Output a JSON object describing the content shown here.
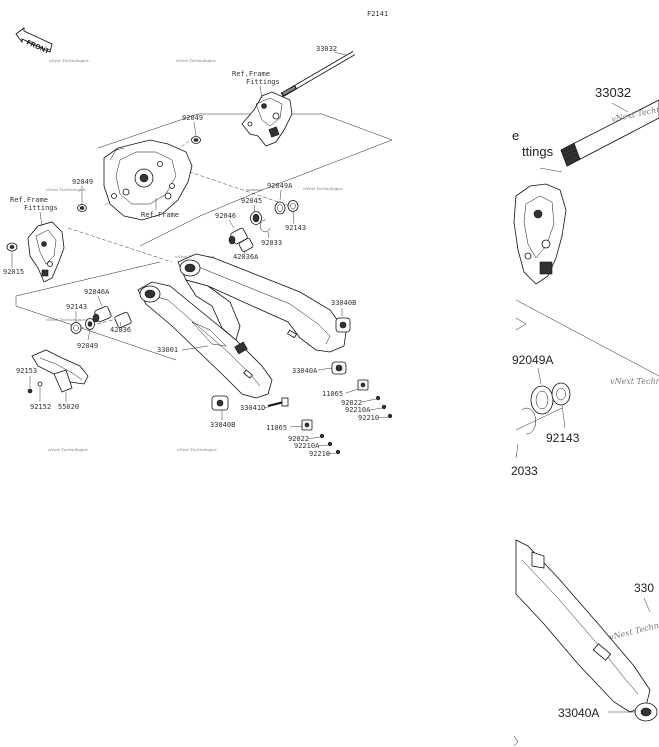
{
  "diagram_code": "F2141",
  "front_label": "FRONT",
  "watermark": "vNext Technologies",
  "labels": {
    "ref_frame_fittings_top": [
      "Ref.Frame",
      "Fittings"
    ],
    "ref_frame_fittings_left": [
      "Ref.Frame",
      "Fittings"
    ],
    "ref_frame_mid": "Ref.Frame",
    "p33032": "33032",
    "p92049_top": "92049",
    "p92049_left": "92049",
    "p92049a": "92049A",
    "p92046": "92046",
    "p92045": "92045",
    "p92143_right": "92143",
    "p92033": "92033",
    "p42036_right": "42036A",
    "p92015": "92015",
    "p92046a": "92046A",
    "p92143_left": "92143",
    "p42036_left": "42036",
    "p92049_bottom": "92049",
    "p33040b_right": "33040B",
    "p33001": "33001",
    "p33040a": "33040A",
    "p11065_right": "11065",
    "p92022_right": "92022",
    "p92210a_right": "92210A",
    "p92210_right": "92210",
    "p92153": "92153",
    "p92152": "92152",
    "p55020": "55020",
    "p33040b_bottom": "33040B",
    "p33041d": "33041D",
    "p11065_bottom": "11065",
    "p92022_bottom": "92022",
    "p92210a_bottom": "92210A",
    "p92210_bottom": "92210"
  },
  "zoom": {
    "p33032": "33032",
    "ref_partial": [
      "e",
      "ttings"
    ],
    "p92049a": "92049A",
    "p92143": "92143",
    "p92033_partial": "2033",
    "p330_partial": "330",
    "p33040a": "33040A",
    "watermark_partial": "vNext Techno"
  }
}
